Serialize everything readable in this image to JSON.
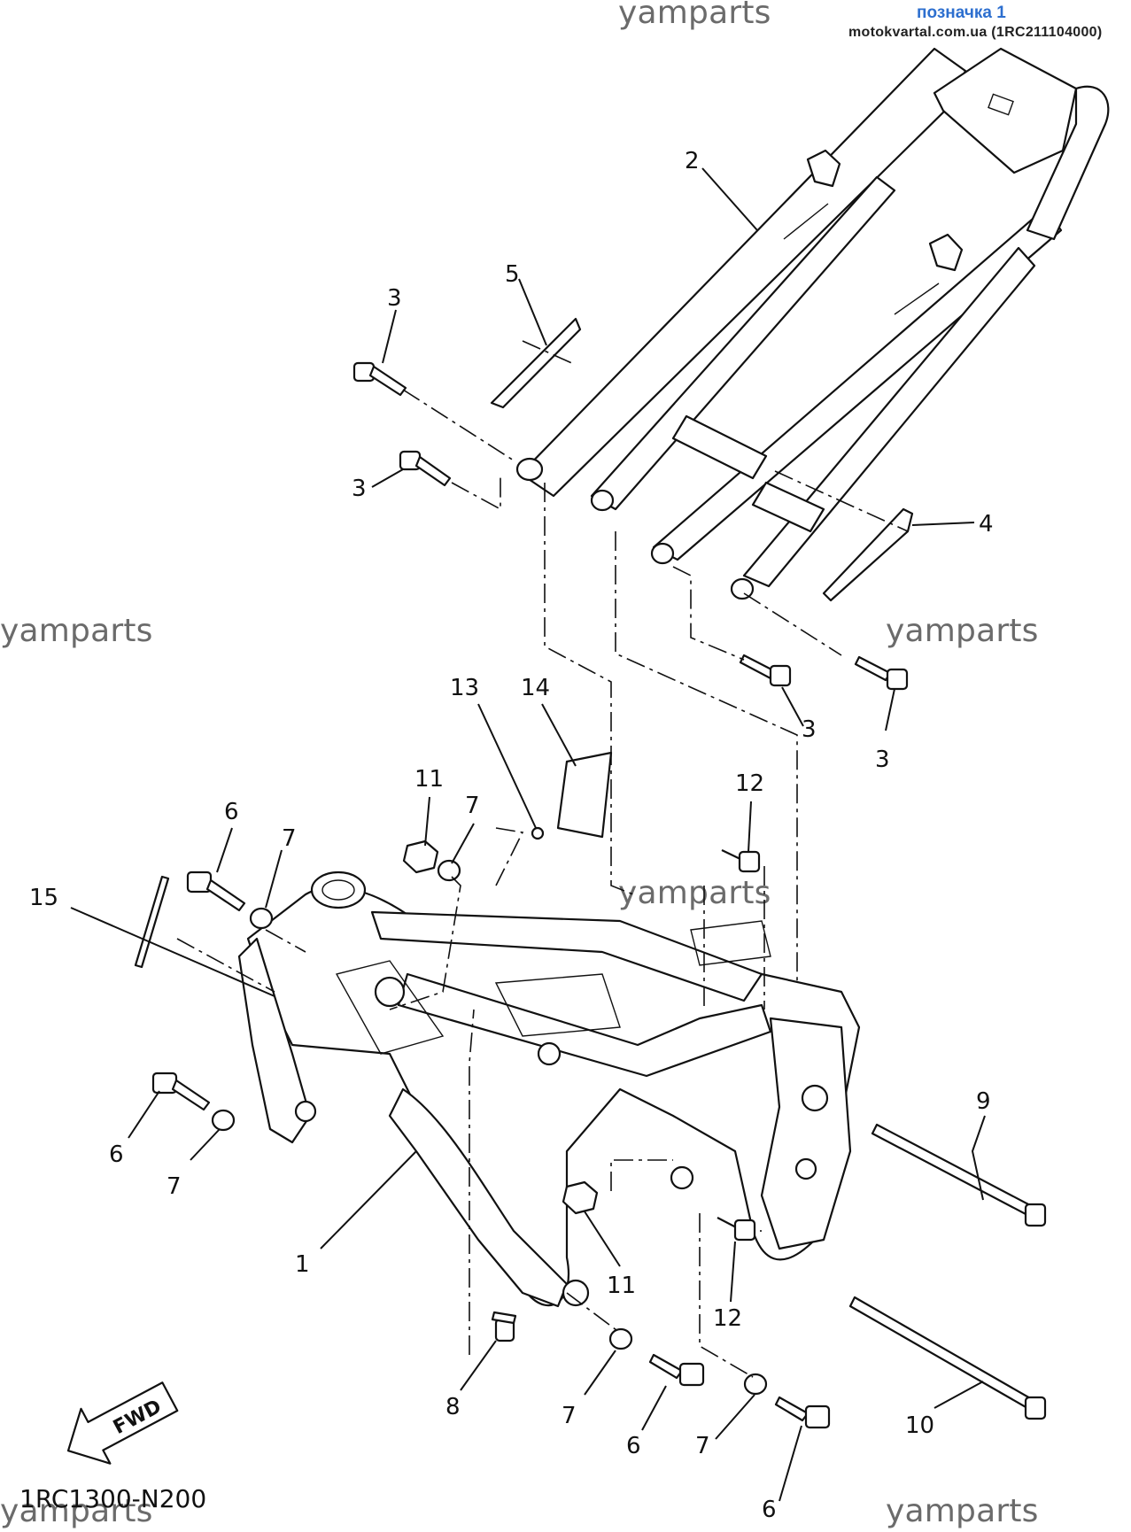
{
  "header": {
    "title": "позначка 1",
    "subtitle": "motokvartal.com.ua (1RC211104000)"
  },
  "watermarks": [
    "yamparts",
    "yamparts",
    "yamparts",
    "yamparts",
    "yamparts",
    "yamparts"
  ],
  "diagram_code": "1RC1300-N200",
  "fwd_label": "FWD",
  "callouts": [
    {
      "id": "c2",
      "label": "2"
    },
    {
      "id": "c5",
      "label": "5"
    },
    {
      "id": "c3a",
      "label": "3"
    },
    {
      "id": "c3b",
      "label": "3"
    },
    {
      "id": "c4",
      "label": "4"
    },
    {
      "id": "c3c",
      "label": "3"
    },
    {
      "id": "c3d",
      "label": "3"
    },
    {
      "id": "c13",
      "label": "13"
    },
    {
      "id": "c14",
      "label": "14"
    },
    {
      "id": "c11a",
      "label": "11"
    },
    {
      "id": "c7a",
      "label": "7"
    },
    {
      "id": "c12a",
      "label": "12"
    },
    {
      "id": "c6a",
      "label": "6"
    },
    {
      "id": "c7b",
      "label": "7"
    },
    {
      "id": "c15",
      "label": "15"
    },
    {
      "id": "c6b",
      "label": "6"
    },
    {
      "id": "c7c",
      "label": "7"
    },
    {
      "id": "c9",
      "label": "9"
    },
    {
      "id": "c1",
      "label": "1"
    },
    {
      "id": "c11b",
      "label": "11"
    },
    {
      "id": "c12b",
      "label": "12"
    },
    {
      "id": "c8",
      "label": "8"
    },
    {
      "id": "c7d",
      "label": "7"
    },
    {
      "id": "c6c",
      "label": "6"
    },
    {
      "id": "c7e",
      "label": "7"
    },
    {
      "id": "c10",
      "label": "10"
    },
    {
      "id": "c6d",
      "label": "6"
    }
  ]
}
